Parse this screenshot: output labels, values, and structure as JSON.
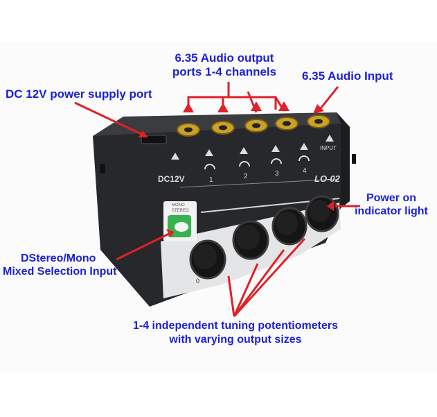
{
  "labels": {
    "output_ports_line1": "6.35 Audio output",
    "output_ports_line2": "ports 1-4 channels",
    "audio_input": "6.35 Audio Input",
    "dc_power": "DC 12V power supply port",
    "power_indicator_line1": "Power on",
    "power_indicator_line2": "indicator light",
    "stereo_mono_line1": "DStereo/Mono",
    "stereo_mono_line2": "Mixed Selection Input",
    "potentiometers_line1": "1-4 independent tuning potentiometers",
    "potentiometers_line2": "with varying output sizes"
  },
  "device": {
    "model": "LO-02",
    "dc_label": "DC12V",
    "input_label": "INPUT",
    "switch_mono": "MONO",
    "switch_stereo": "STEREO",
    "port_numbers": [
      "1",
      "2",
      "3",
      "4"
    ],
    "scale_min": "0"
  },
  "colors": {
    "label_text": "#1b1fd6",
    "arrow": "#e0202a",
    "body": "#2b2d30",
    "jack_gold": "#c9a227",
    "switch_green": "#37b24d"
  }
}
